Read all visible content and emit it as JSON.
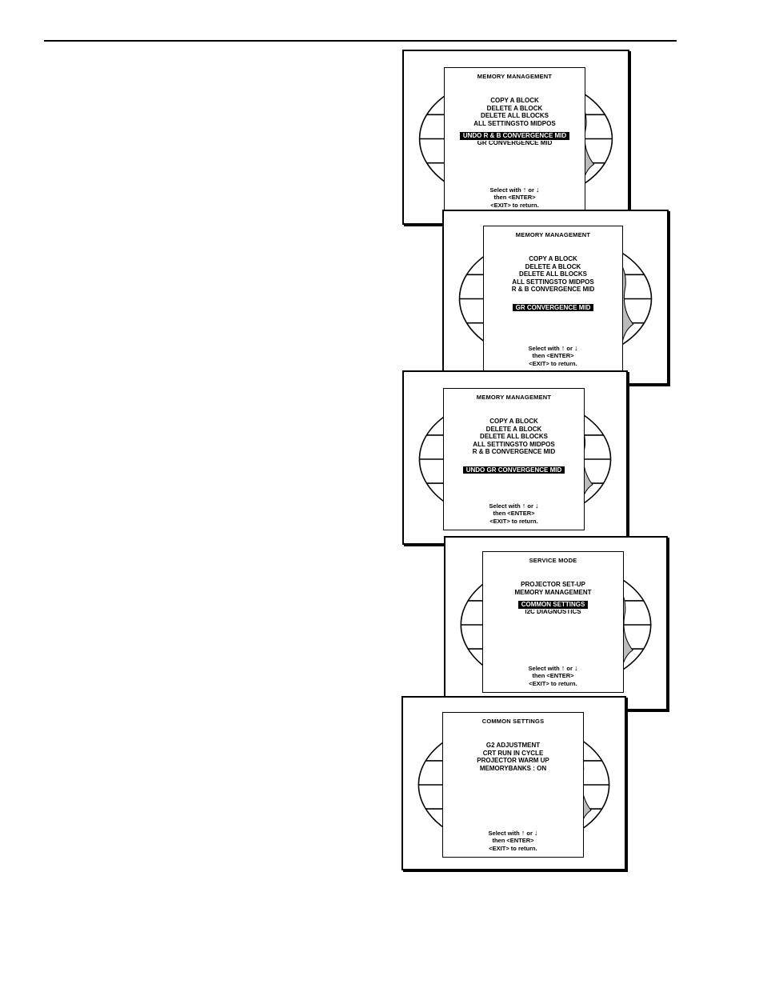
{
  "screens": [
    {
      "title": "MEMORY MANAGEMENT",
      "items": [
        "COPY A BLOCK",
        "DELETE A BLOCK",
        "DELETE ALL BLOCKS",
        "ALL SETTINGSTO MIDPOS"
      ],
      "selected": "UNDO R & B CONVERGENCE MID",
      "partial": "GR CONVERGENCE MID",
      "footer": {
        "line1_a": "Select with",
        "up_icon": "up-arrow-icon",
        "line1_or": "or",
        "down_icon": "down-arrow-icon",
        "line2": "then  <ENTER>",
        "line3": "<EXIT>  to return."
      }
    },
    {
      "title": "MEMORY MANAGEMENT",
      "items": [
        "COPY A BLOCK",
        "DELETE A BLOCK",
        "DELETE ALL BLOCKS",
        "ALL SETTINGSTO MIDPOS",
        "R & B CONVERGENCE MID"
      ],
      "selected": "GR CONVERGENCE MID",
      "footer": {
        "line1_a": "Select with",
        "line1_or": "or",
        "line2": "then  <ENTER>",
        "line3": "<EXIT>  to return."
      }
    },
    {
      "title": "MEMORY MANAGEMENT",
      "items": [
        "COPY A BLOCK",
        "DELETE A BLOCK",
        "DELETE ALL BLOCKS",
        "ALL SETTINGSTO MIDPOS",
        "R & B CONVERGENCE MID"
      ],
      "selected": "UNDO GR CONVERGENCE MID",
      "footer": {
        "line1_a": "Select with",
        "line1_or": "or",
        "line2": "then  <ENTER>",
        "line3": "<EXIT>  to return."
      }
    },
    {
      "title": "SERVICE MODE",
      "items": [
        "PROJECTOR SET-UP",
        "MEMORY MANAGEMENT"
      ],
      "selected": "COMMON SETTINGS",
      "partial": "I2C DIAGNOSTICS",
      "footer": {
        "line1_a": "Select with",
        "line1_or": "or",
        "line2": "then  <ENTER>",
        "line3": "<EXIT>  to return."
      }
    },
    {
      "title": "COMMON SETTINGS",
      "items": [
        "G2 ADJUSTMENT",
        "CRT RUN IN CYCLE",
        "PROJECTOR WARM UP",
        "MEMORYBANKS : ON"
      ],
      "footer": {
        "line1_a": "Select with",
        "line1_or": "or",
        "line2": "then <ENTER>",
        "line3": "<EXIT>  to return."
      }
    }
  ],
  "arrows": {
    "up": "↑",
    "down": "↓"
  }
}
